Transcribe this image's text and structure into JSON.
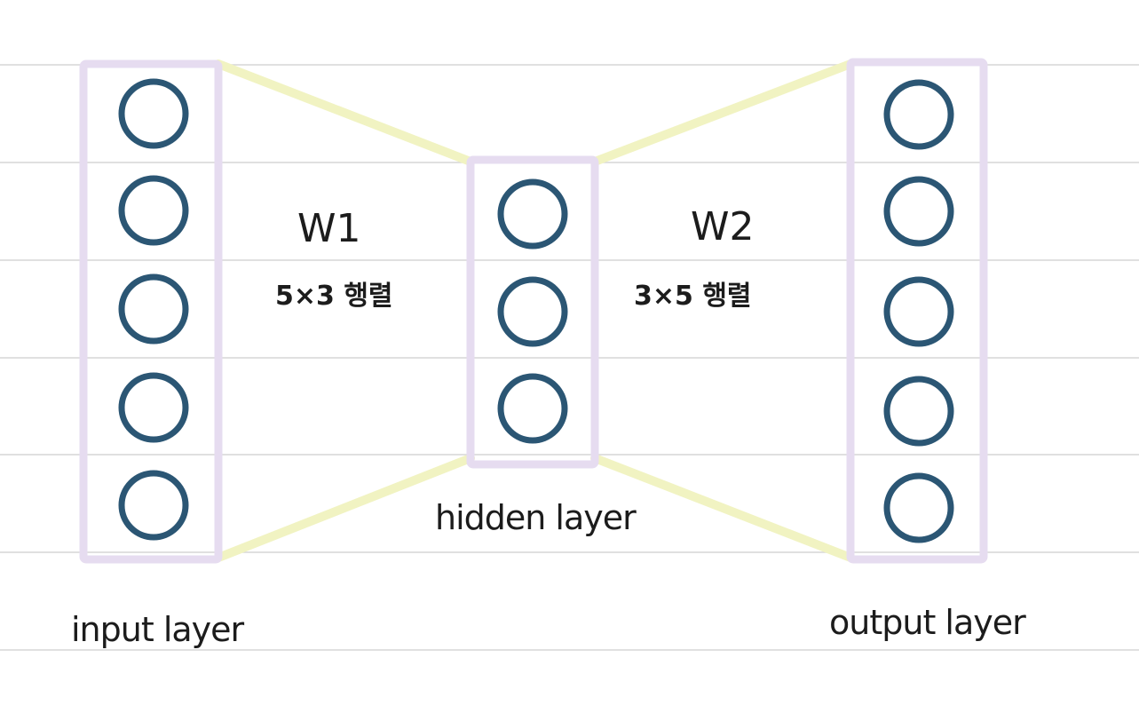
{
  "colors": {
    "node_stroke": "#2b5674",
    "layer_box": "#e6dcf0",
    "connector": "#f1f3c2",
    "ruled_line": "#d6d6d6",
    "ink": "#1c1c1c"
  },
  "layers": [
    {
      "label": "input layer",
      "node_count": 5
    },
    {
      "label": "hidden layer",
      "node_count": 3
    },
    {
      "label": "output layer",
      "node_count": 5
    }
  ],
  "weights": [
    {
      "name": "W1",
      "dims": "5×3 행렬"
    },
    {
      "name": "W2",
      "dims": "3×5 행렬"
    }
  ]
}
